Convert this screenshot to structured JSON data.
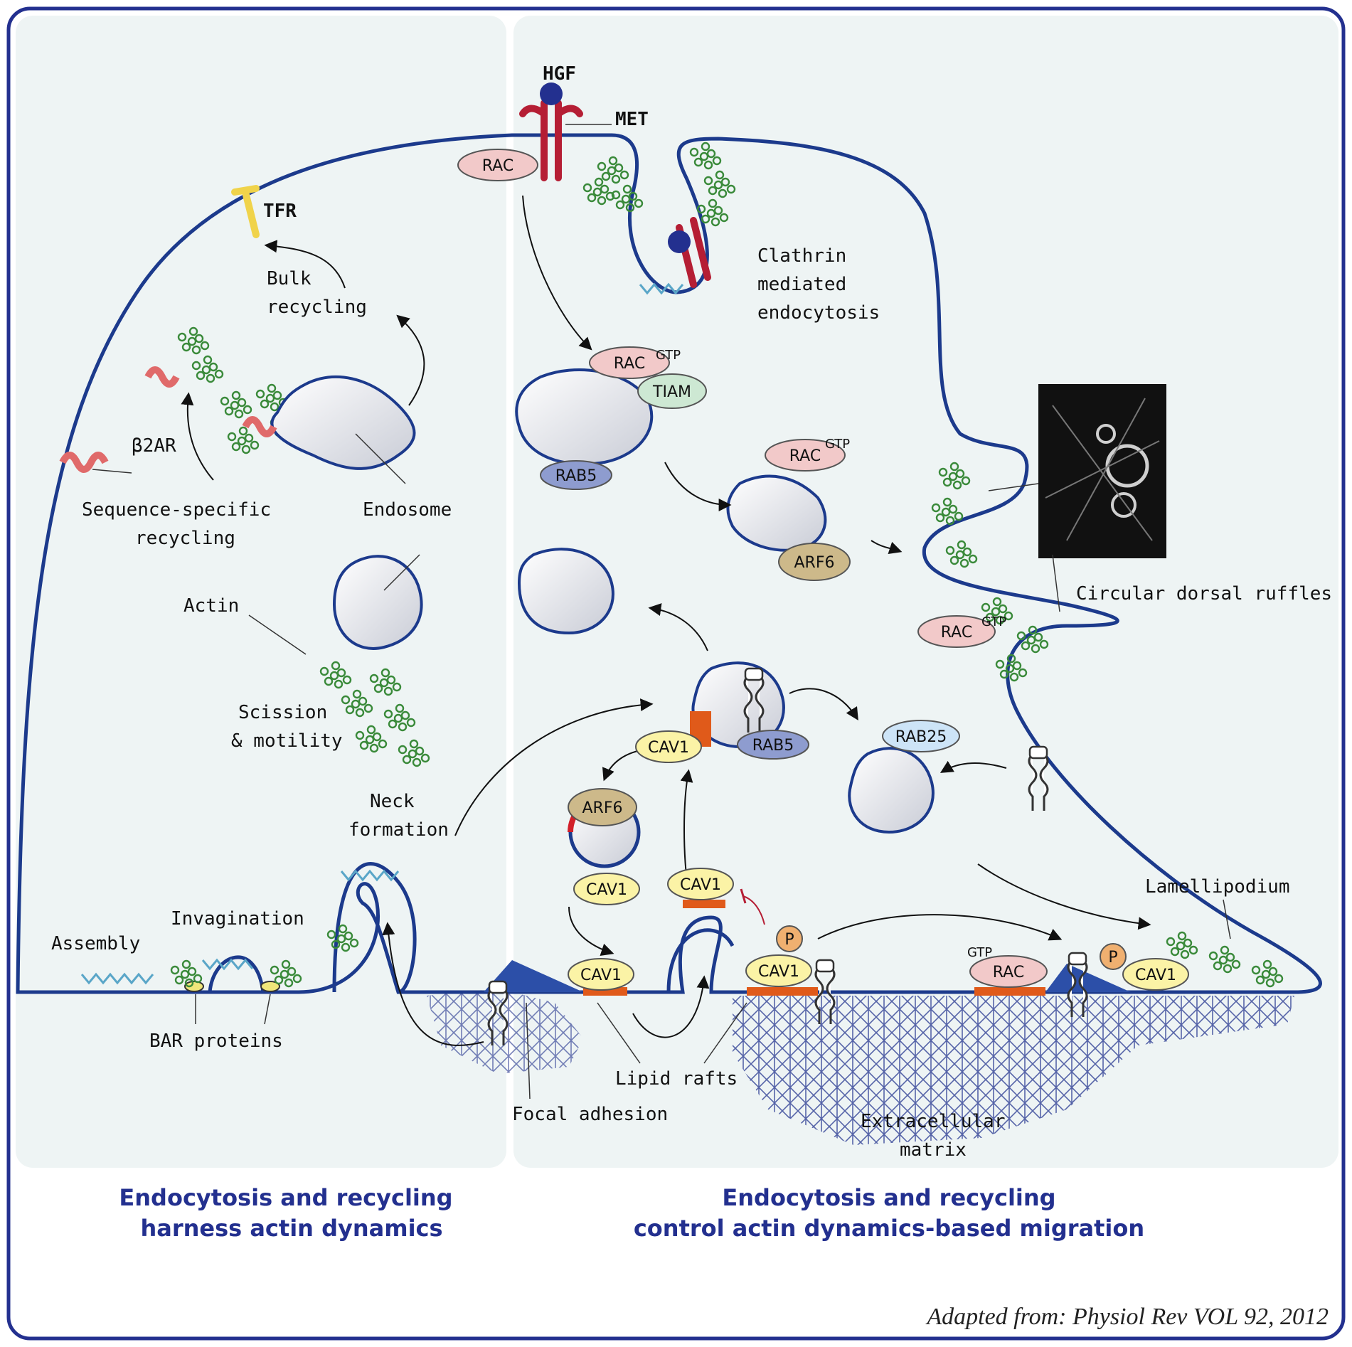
{
  "colors": {
    "frame": "#23308f",
    "panel": "#eef4f4",
    "membrane": "#1c3a8c",
    "actin": "#3a8a3a",
    "rac": "#f2c9c9",
    "cav1": "#fbf3a6",
    "rab": "#8e9ccf",
    "arf6": "#cdb98a",
    "tiam": "#cde8d3",
    "raft": "#e05a1a",
    "receptor": "#b51e34"
  },
  "labels": {
    "hgf": "HGF",
    "met": "MET",
    "tfr": "TFR",
    "bulk_recycling": [
      "Bulk",
      "recycling"
    ],
    "b2ar": "β2AR",
    "sequence_specific": [
      "Sequence-specific",
      "recycling"
    ],
    "endosome": "Endosome",
    "actin": "Actin",
    "scission": [
      "Scission",
      "& motility"
    ],
    "neck_formation": [
      "Neck",
      "formation"
    ],
    "invagination": "Invagination",
    "assembly": "Assembly",
    "bar_proteins": "BAR proteins",
    "clathrin": [
      "Clathrin",
      "mediated",
      "endocytosis"
    ],
    "circular_dorsal_ruffles": "Circular dorsal ruffles",
    "lamellipodium": "Lamellipodium",
    "lipid_rafts": "Lipid rafts",
    "focal_adhesion": "Focal adhesion",
    "ecm": [
      "Extracellular",
      "matrix"
    ]
  },
  "molecules": {
    "rac": "RAC",
    "gtp": "GTP",
    "tiam": "TIAM",
    "rab5": "RAB5",
    "rab25": "RAB25",
    "arf6": "ARF6",
    "cav1": "CAV1",
    "p": "P"
  },
  "captions": {
    "left": [
      "Endocytosis and recycling",
      "harness actin dynamics"
    ],
    "right": [
      "Endocytosis and recycling",
      "control actin dynamics-based migration"
    ]
  },
  "source": "Adapted from: Physiol Rev VOL 92, 2012"
}
